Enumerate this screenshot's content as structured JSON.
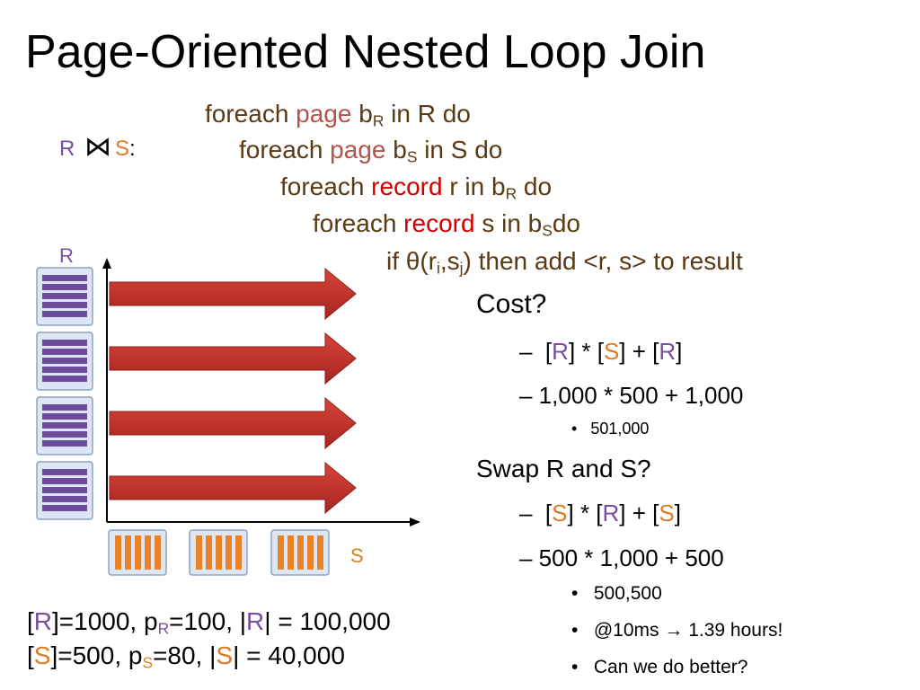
{
  "title": "Page-Oriented Nested Loop Join",
  "join_label": {
    "left": "R",
    "symbol": "⋈",
    "right": "S",
    "colon": ":"
  },
  "code": {
    "l1": {
      "pre": "foreach ",
      "kw": "page",
      "mid": " b",
      "sub": "R",
      "post": " in R do"
    },
    "l2": {
      "pre": "foreach ",
      "kw": "page",
      "mid": " b",
      "sub": "S",
      "post": " in S do"
    },
    "l3": {
      "pre": "foreach ",
      "kw": "record",
      "mid": " r in b",
      "sub": "R",
      "post": " do"
    },
    "l4": {
      "pre": "foreach ",
      "kw": "record",
      "mid": " s in b",
      "sub": "S",
      "post": "do"
    },
    "l5": {
      "pre": "if θ(r",
      "sub1": "i",
      "mid": ",s",
      "sub2": "j",
      "close": ")",
      "post": "  then add <r, s> to result"
    }
  },
  "diagram": {
    "r_axis_label": "R",
    "s_axis_label": "S",
    "r_pages": 4,
    "s_pages": 3,
    "arrows": 4,
    "colors": {
      "r_page": "#6b4c9a",
      "s_page": "#e8832a",
      "arrow": "#c0302a"
    }
  },
  "cost": {
    "heading": "Cost?",
    "formula": {
      "dash": "–",
      "a": "[",
      "b": "R",
      "c": "] * [",
      "d": "S",
      "e": "] + [",
      "f": "R",
      "g": "]"
    },
    "numbers": "– 1,000 * 500 + 1,000",
    "result": "501,000"
  },
  "swap": {
    "heading": "Swap R and S?",
    "formula": {
      "dash": "–",
      "a": "[",
      "b": "S",
      "c": "] * [",
      "d": "R",
      "e": "]  + [",
      "f": "S",
      "g": "]"
    },
    "numbers": "– 500 * 1,000 + 500",
    "result": "500,500",
    "time_pre": "@10ms ",
    "time_arrow": "→",
    "time_post": " 1.39 hours!",
    "question": "Can we do better?"
  },
  "stats": {
    "r": {
      "open": "[",
      "name": "R",
      "a": "]=1000, p",
      "sub": "R",
      "b": "=100, |",
      "name2": "R",
      "c": "| = 100,000"
    },
    "s": {
      "open": "[",
      "name": "S",
      "a": "]=500, p",
      "sub": "S",
      "b": "=80, |",
      "name2": "S",
      "c": "| = 40,000"
    }
  }
}
